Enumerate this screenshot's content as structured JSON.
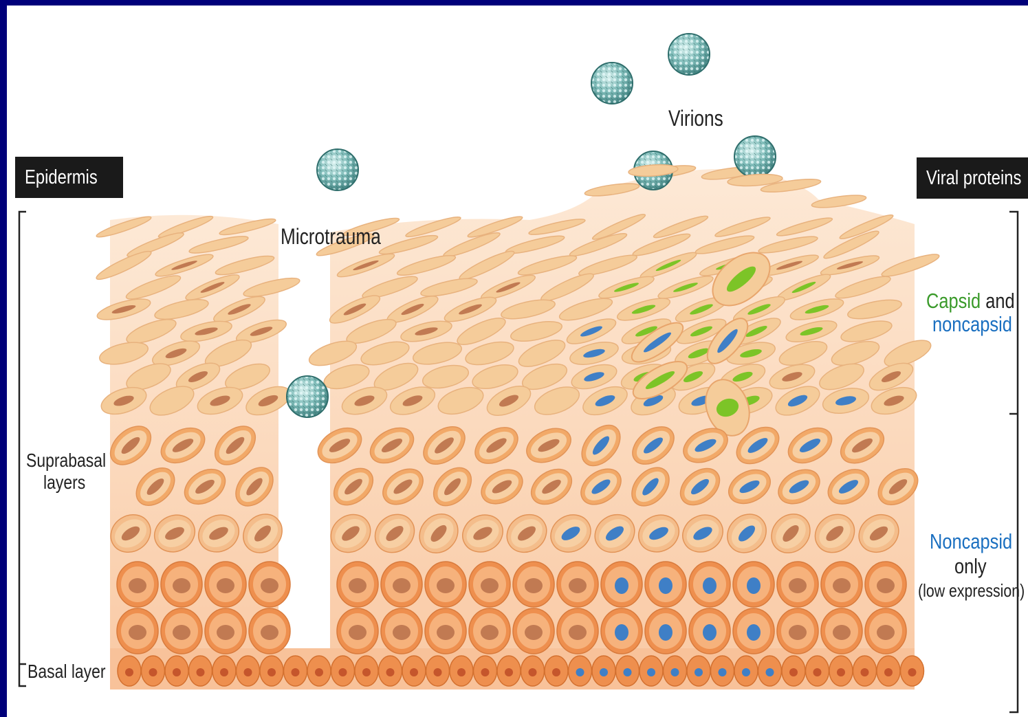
{
  "labels": {
    "epidermis": "Epidermis",
    "viral_proteins": "Viral proteins",
    "virions": "Virions",
    "microtrauma": "Microtrauma",
    "suprabasal_line1": "Suprabasal",
    "suprabasal_line2": "layers",
    "basal_layer": "Basal layer",
    "capsid": "Capsid",
    "and": "and",
    "noncapsid": "noncapsid",
    "noncapsid_cap": "Noncapsid",
    "only": "only",
    "low_expression": "(low expression)"
  },
  "colors": {
    "background_border": "#00007a",
    "tissue": "#fbdcc0",
    "cell_light": "#f5cc9a",
    "cell_mid": "#f2a968",
    "cell_basal": "#ee8f4e",
    "nucleus_brown": "#c17a52",
    "nucleus_blue": "#3f7fc6",
    "nucleus_green": "#7cc427",
    "virion": "#6fb0ad"
  }
}
